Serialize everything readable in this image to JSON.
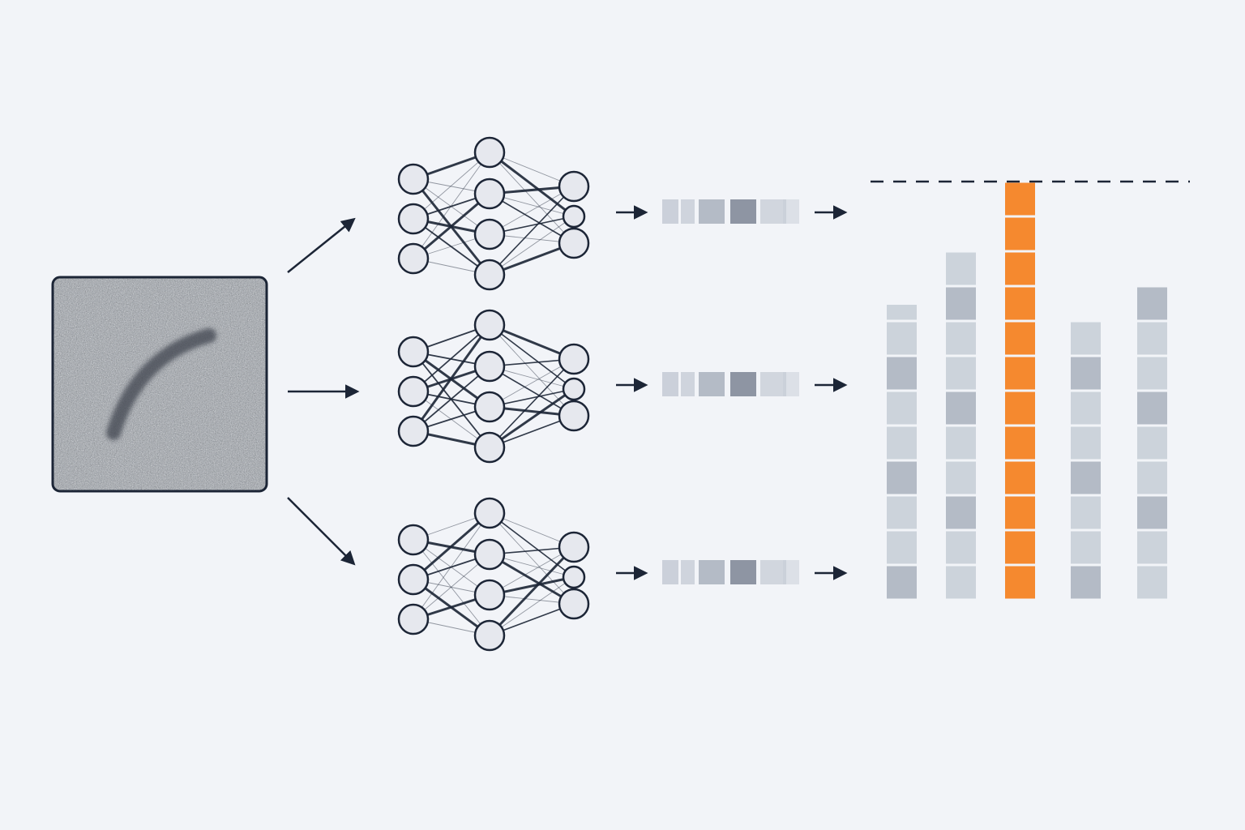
{
  "colors": {
    "background": "#f2f4f8",
    "ink": "#1c2536",
    "node_fill": "#e6e8ee",
    "highlight": "#f5892f",
    "bar_light": "#c6ccd6",
    "bar_mid": "#a9b0bd",
    "bar_dark": "#8e95a3"
  },
  "input_image": {
    "icon": "noisy-image-with-curved-stroke"
  },
  "networks": [
    {
      "id": "network-1",
      "icon": "neural-network-icon",
      "vector_cells": 6
    },
    {
      "id": "network-2",
      "icon": "neural-network-icon",
      "vector_cells": 6
    },
    {
      "id": "network-3",
      "icon": "neural-network-icon",
      "vector_cells": 6
    }
  ],
  "chart_data": {
    "type": "bar",
    "bar_style": "stacked-blocks",
    "categories": [
      "",
      "",
      "",
      "",
      ""
    ],
    "values": [
      8.5,
      10,
      12,
      8,
      9
    ],
    "highlight_index": 2,
    "threshold": 12,
    "threshold_style": "dashed",
    "ylim": [
      0,
      12
    ],
    "grid": false,
    "title": "",
    "xlabel": "",
    "ylabel": ""
  }
}
